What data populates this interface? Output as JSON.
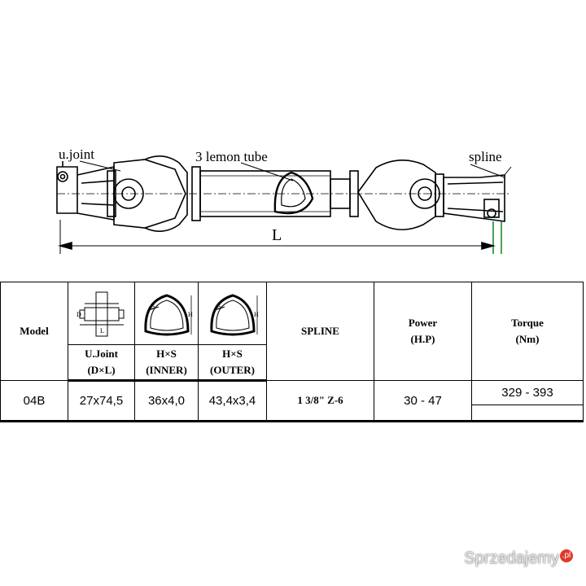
{
  "drawing": {
    "labels": {
      "ujoint": "u.joint",
      "lemon": "3 lemon tube",
      "spline": "spline",
      "length": "L"
    }
  },
  "table": {
    "headers": {
      "model": "Model",
      "ujoint_line1": "U.Joint",
      "ujoint_line2": "(D×L)",
      "inner_line1": "H×S",
      "inner_line2": "(INNER)",
      "outer_line1": "H×S",
      "outer_line2": "(OUTER)",
      "spline": "SPLINE",
      "power_line1": "Power",
      "power_line2": "(H.P)",
      "torque_line1": "Torque",
      "torque_line2": "(Nm)"
    },
    "icon_letters": {
      "ujoint_d": "D",
      "ujoint_l": "L",
      "tube_s": "S",
      "tube_h": "H"
    },
    "row": {
      "model": "04B",
      "ujoint": "27x74,5",
      "inner": "36x4,0",
      "outer": "43,4x3,4",
      "spline": "1 3/8\" Z-6",
      "power": "30 - 47",
      "torque": "329 - 393"
    }
  },
  "watermark": {
    "text": "Sprzedajemy",
    "badge": ".pl"
  }
}
